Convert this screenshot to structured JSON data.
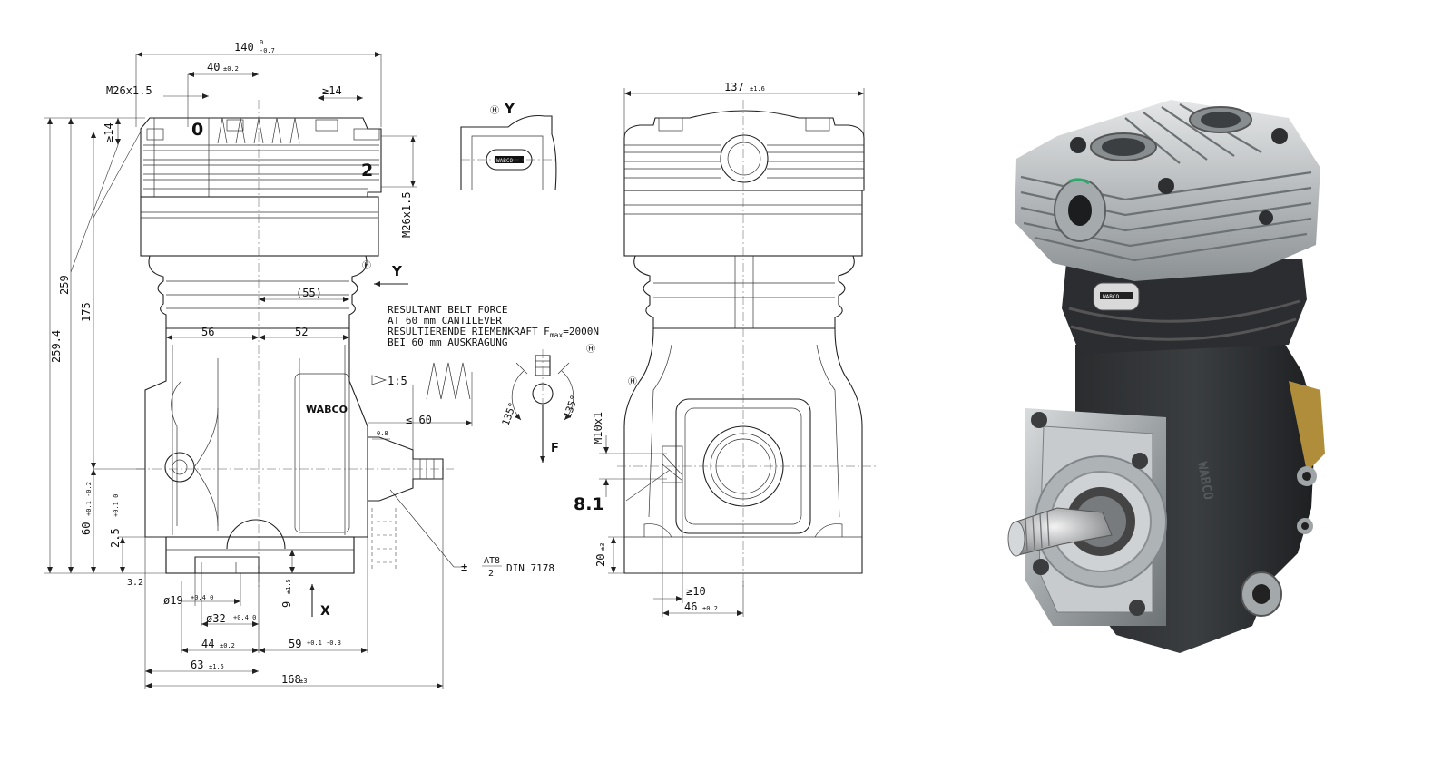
{
  "drawing": {
    "front": {
      "width_overall": "140",
      "width_overall_tol": "0\n-0.7",
      "inlet_offset": "40",
      "inlet_offset_tol": "±0.2",
      "port_thread_top": "M26x1.5",
      "port_depth_right": "≥14",
      "port_depth_left": "≥14",
      "port_0": "0",
      "port_2": "2",
      "port_thread_side": "M26x1.5",
      "height_total": "259.4",
      "height_259": "259",
      "height_175": "175",
      "height_60": "60",
      "height_60_tol": "+0.1\n-0.2",
      "height_2_5": "2.5",
      "height_2_5_tol": "+0.1\n0",
      "offset_3_2": "3.2",
      "dim_55": "(55)",
      "dim_56": "56",
      "dim_52": "52",
      "logo": "WABCO",
      "y_view_label": "Y",
      "x_view_label": "X",
      "dia_19": "ø19",
      "dia_19_tol": "+0.4\n0",
      "dia_32": "ø32",
      "dia_32_tol": "+0.4\n0",
      "dim_44": "44",
      "dim_44_tol": "±0.2",
      "dim_59": "59",
      "dim_59_tol": "+0.1\n-0.3",
      "dim_63": "63",
      "dim_63_tol": "±1.5",
      "dim_168": "168",
      "dim_168_tol": "±3",
      "dim_9": "9",
      "dim_9_tol": "±1.5",
      "taper": "1:5",
      "cantilever": "≤ 60",
      "dim_0_8": "0.8",
      "tolerance_note": "±",
      "tolerance_note_frac_top": "AT8",
      "tolerance_note_frac_bottom": "2",
      "tolerance_note_std": "DIN 7178"
    },
    "note": {
      "line1": "RESULTANT BELT FORCE",
      "line2": "AT 60 mm CANTILEVER",
      "line3_prefix": "RESULTIERENDE RIEMENKRAFT F",
      "line3_sub": "max",
      "line3_suffix": "=2000N",
      "line4": "BEI 60 mm AUSKRAGUNG"
    },
    "force": {
      "angle_left": "135°",
      "angle_right": "135°",
      "force_label": "F"
    },
    "view_y": {
      "label": "Y",
      "plate_text": "WABCO"
    },
    "side": {
      "width": "137",
      "width_tol": "±1.6",
      "thread": "M10x1",
      "detail": "8.1",
      "dim_10": "≥10",
      "dim_46": "46",
      "dim_46_tol": "±0.2",
      "dim_20": "20",
      "dim_20_tol": "±3"
    },
    "photo": {
      "head_plate": "WABCO",
      "crank_cast": "WABCO"
    }
  }
}
